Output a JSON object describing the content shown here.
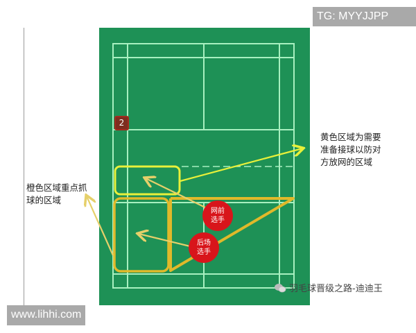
{
  "watermarks": {
    "top_right": "TG: MYYJJPP",
    "bottom_left": "www.lihhi.com"
  },
  "annotations": {
    "yellow_zone_note": [
      "黄色区域为需要",
      "准备接球以防对",
      "方放网的区域"
    ],
    "orange_zone_note": [
      "橙色区域重点抓",
      "球的区域"
    ]
  },
  "players": {
    "front": [
      "网前",
      "选手"
    ],
    "back": [
      "后场",
      "选手"
    ]
  },
  "position_badge": "2",
  "brand": {
    "icon": "wechat-icon",
    "text": "羽毛球晋级之路-迪迪王"
  },
  "colors": {
    "court_green": "#1e9156",
    "court_line": "#a8f0c0",
    "yellow_zone": "#e8f03a",
    "orange_zone": "#e0b92a",
    "player_red": "#d8151b"
  }
}
